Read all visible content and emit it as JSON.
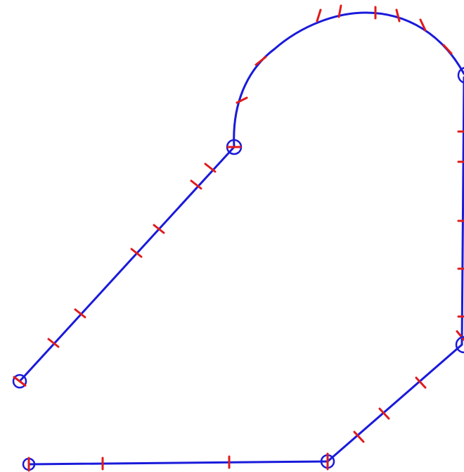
{
  "colors": {
    "background": "#ffffff",
    "curve": "#1a1adb",
    "node": "#1a1adb",
    "tick": "#e01b1b"
  },
  "diagram": {
    "kind": "piecewise boundary curve",
    "segments": [
      {
        "name": "segment-lower-edge",
        "type": "line",
        "ticks": 2
      },
      {
        "name": "segment-right-slant",
        "type": "line",
        "ticks": 4
      },
      {
        "name": "segment-right-vertical",
        "type": "line",
        "ticks": 5
      },
      {
        "name": "segment-top-arc",
        "type": "arc",
        "ticks": 8
      },
      {
        "name": "segment-left-slant",
        "type": "line",
        "ticks": 7
      }
    ],
    "nodes": [
      {
        "name": "node-bottom-left"
      },
      {
        "name": "node-bottom-mid"
      },
      {
        "name": "node-right-mid"
      },
      {
        "name": "node-top-right"
      },
      {
        "name": "node-arc-start"
      },
      {
        "name": "node-left-end"
      }
    ]
  }
}
